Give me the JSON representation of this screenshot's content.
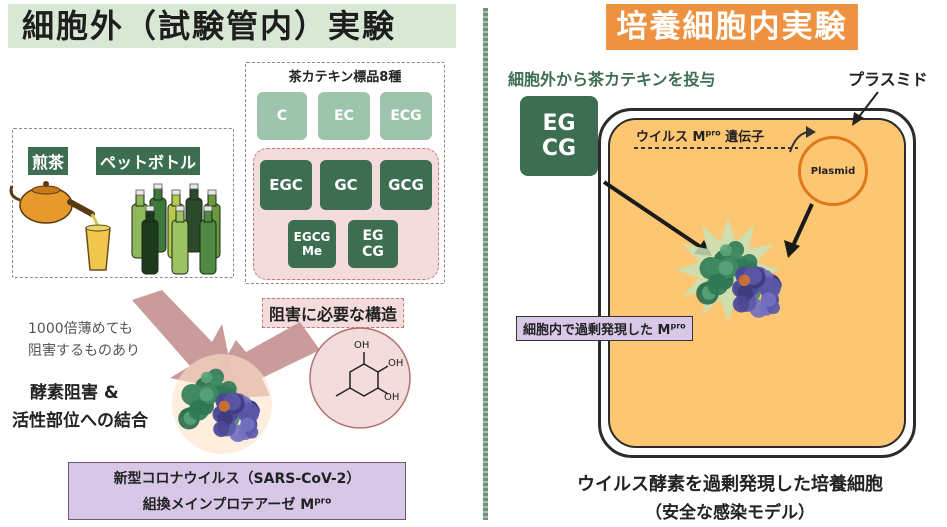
{
  "left": {
    "title": "細胞外（試験管内）実験",
    "sources": {
      "sencha": "煎茶",
      "pet_bottle": "ペットボトル"
    },
    "standards_title": "茶カテキン標品8種",
    "catechins_light": [
      "C",
      "EC",
      "ECG"
    ],
    "catechins_dark_row": [
      "EGC",
      "GC",
      "GCG"
    ],
    "catechins_dark_bottom": [
      {
        "line1": "EGCG",
        "line2": "Me"
      },
      {
        "line1": "EG",
        "line2": "CG"
      }
    ],
    "required_structure": "阻害に必要な構造",
    "dilution_note_1": "1000倍薄めても",
    "dilution_note_2": "阻害するものあり",
    "inhibition_1": "酵素阻害 &",
    "inhibition_2": "活性部位への結合",
    "target_line1": "新型コロナウイルス（SARS-CoV-2）",
    "target_line2_prefix": "組換メインプロテアーゼ M",
    "target_line2_sup": "pro",
    "structure_labels": {
      "oh1": "OH",
      "oh2": "OH",
      "oh3": "OH"
    }
  },
  "right": {
    "title": "培養細胞内実験",
    "dosing": "細胞外から茶カテキンを投与",
    "plasmid_label": "プラスミド",
    "egcg": {
      "line1": "EG",
      "line2": "CG"
    },
    "gene_prefix": "ウイルス M",
    "gene_sup": "pro",
    "gene_suffix": " 遺伝子",
    "plasmid_inner": "Plasmid",
    "overexpressed_prefix": "細胞内で過剰発現した M",
    "overexpressed_sup": "pro",
    "caption_1": "ウイルス酵素を過剰発現した培養細胞",
    "caption_2": "（安全な感染モデル）"
  },
  "colors": {
    "catechin_dark": "#3e6e52",
    "catechin_light": "#9fc4ad",
    "cell_fill": "#fdc673",
    "title_right_bg": "#ee9140",
    "title_left_bg": "#d9e8d5",
    "protein_green": "#3f8b63",
    "protein_purple": "#5b58a8"
  }
}
